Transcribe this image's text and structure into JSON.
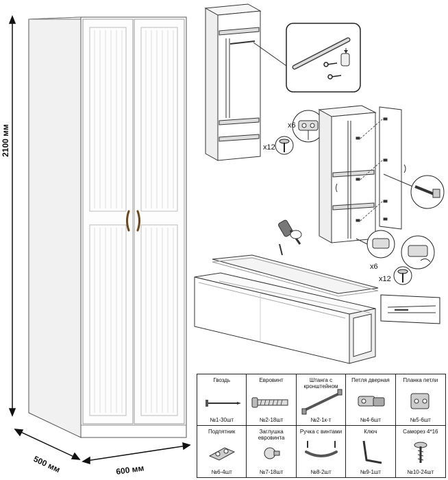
{
  "dimensions": {
    "height": "2100 мм",
    "depth": "500 мм",
    "width": "600 мм"
  },
  "quantities": {
    "screws_a": "x12",
    "hinges_a": "x6",
    "hinges_b": "x6",
    "screws_b": "x12"
  },
  "parts": [
    {
      "name": "Гвоздь",
      "count": "№1-30шт",
      "icon": "nail-icon"
    },
    {
      "name": "Евровинт",
      "count": "№2-18шт",
      "icon": "euro-screw-icon"
    },
    {
      "name": "Штанга с кронштейном",
      "count": "№2-1к-т",
      "icon": "rod-icon"
    },
    {
      "name": "Петля дверная",
      "count": "№4-6шт",
      "icon": "hinge-icon"
    },
    {
      "name": "Планка петли",
      "count": "№5-6шт",
      "icon": "hinge-plate-icon"
    },
    {
      "name": "Подпятник",
      "count": "№6-4шт",
      "icon": "foot-pad-icon"
    },
    {
      "name": "Заглушка евровинта",
      "count": "№7-18шт",
      "icon": "cap-icon"
    },
    {
      "name": "Ручка с винтами",
      "count": "№8-2шт",
      "icon": "handle-icon"
    },
    {
      "name": "Ключ",
      "count": "№9-1шт",
      "icon": "hex-key-icon"
    },
    {
      "name": "Саморез 4*16",
      "count": "№10-24шт",
      "icon": "wood-screw-icon"
    }
  ]
}
